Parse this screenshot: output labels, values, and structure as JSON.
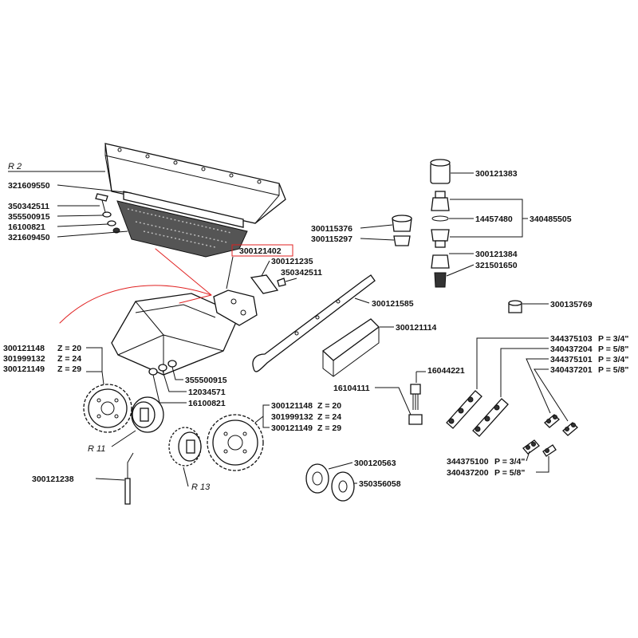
{
  "refs": {
    "r2": "R 2",
    "r11": "R 11",
    "r13": "R 13"
  },
  "labels": {
    "p321609550": "321609550",
    "p350342511a": "350342511",
    "p355500915a": "355500915",
    "p16100821a": "16100821",
    "p321609450": "321609450",
    "p300121402": "300121402",
    "p300121235": "300121235",
    "p350342511b": "350342511",
    "p300121585": "300121585",
    "p300121114": "300121114",
    "p300121383": "300121383",
    "p14457480": "14457480",
    "p340485505": "340485505",
    "p300115376": "300115376",
    "p300115297": "300115297",
    "p300121384": "300121384",
    "p321501650": "321501650",
    "p300135769": "300135769",
    "p300121148a": "300121148",
    "p301999132a": "301999132",
    "p300121149a": "300121149",
    "p355500915b": "355500915",
    "p12034571": "12034571",
    "p16100821b": "16100821",
    "p300121148b": "300121148",
    "p301999132b": "301999132",
    "p300121149b": "300121149",
    "p300121238": "300121238",
    "p300120563": "300120563",
    "p350356058": "350356058",
    "p16044221": "16044221",
    "p16104111": "16104111",
    "p344375103": "344375103",
    "p340437204": "340437204",
    "p344375101": "344375101",
    "p340437201": "340437201",
    "p344375100": "344375100",
    "p340437200": "340437200"
  },
  "specs": {
    "z20a": "Z = 20",
    "z24a": "Z = 24",
    "z29a": "Z = 29",
    "z20b": "Z = 20",
    "z24b": "Z = 24",
    "z29b": "Z = 29",
    "p34a": "P = 3/4\"",
    "p58a": "P = 5/8\"",
    "p34b": "P = 3/4\"",
    "p58b": "P = 5/8\"",
    "p34c": "P = 3/4\"",
    "p58c": "P = 5/8\""
  },
  "colors": {
    "ink": "#111111",
    "highlight_arrow": "#e02020"
  }
}
